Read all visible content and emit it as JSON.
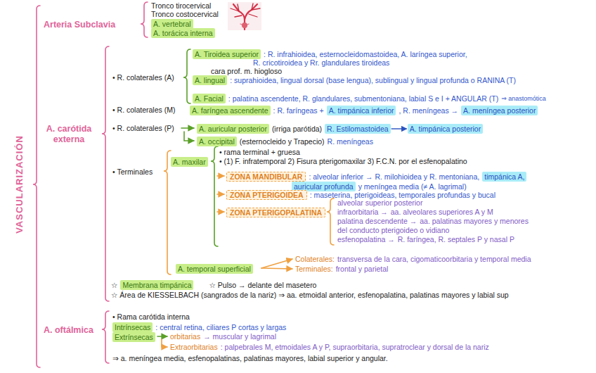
{
  "diagram": {
    "title": "VASCULARIZACIÓN",
    "nodes": [
      {
        "text": [
          "A. vertebral"
        ]
      },
      {
        "text": [
          "A. torácica interna"
        ]
      },
      {
        "text": [
          "A. Tiroidea superior"
        ]
      },
      {
        "text": [
          "A. lingual"
        ]
      },
      {
        "text": [
          "A. Facial"
        ]
      },
      {
        "text": [
          "A. faríngea ascendente"
        ]
      },
      {
        "text": [
          "A. timpánica inferior"
        ]
      },
      {
        "text": [
          "A. meníngea posterior"
        ]
      },
      {
        "text": [
          "A. auricular posterior"
        ]
      },
      {
        "text": [
          "R. Estilomastoidea"
        ]
      },
      {
        "text": [
          "A. timpánica posterior"
        ]
      },
      {
        "text": [
          "A. occipital"
        ]
      },
      {
        "text": [
          "A. maxilar"
        ]
      },
      {
        "text": [
          "ZONA MANDIBULAR"
        ]
      },
      {
        "text": [
          "timpánica A,"
        ]
      },
      {
        "text": [
          "auricular profunda"
        ]
      },
      {
        "text": [
          "ZONA PTERIGOIDEA"
        ]
      },
      {
        "text": [
          "ZONA PTERIGOPALATINA"
        ]
      },
      {
        "text": [
          "A. temporal superficial"
        ]
      },
      {
        "text": [
          "Membrana timpánica"
        ]
      },
      {
        "text": [
          "Intrínsecas"
        ]
      },
      {
        "text": [
          "Extrínsecas"
        ]
      }
    ],
    "edges": [
      {
        "from": 9,
        "to": 10,
        "arrow": "to"
      }
    ],
    "labels": [
      "Arteria Subclavia",
      "Tronco tirocervical",
      "Tronco costocervical",
      "A. carótida externa",
      "• R. colaterales (A)",
      ": R. infrahioidea, esternocleidomastoidea, A. laríngea superior,",
      "R. cricotiroidea y Rr. glandulares tiroideas",
      "cara prof. m. hiogloso",
      ": suprahioidea, lingual dorsal (base lengua), sublingual y lingual profunda o RANINA (T)",
      ": palatina ascendente, R. glandulares, submentoniana, labial S e I + ANGULAR (T)",
      "⇒ anastomótica",
      "• R. colaterales (M)",
      ": R. faríngeas +",
      ", R. meníngeas →",
      "• R. colaterales (P)",
      "(irriga parótida)",
      "(esternocleido y Trapecio)",
      "R. meníngeas",
      "• Terminales",
      "• rama terminal + gruesa",
      "• (1) F. infratemporal 2) Fisura pterigomaxilar 3) F.C.N. por el esfenopalatino",
      ": alveolar inferior → R. milohioidea y R. mentoniana,",
      "y meníngea media (≠ A. lagrimal)",
      ": maseterina, pterigoideas, temporales profundas y bucal",
      "alveolar superior posterior",
      "infraorbitaria →",
      "aa. alveolares superiores A y M",
      "palatina descendente →",
      "aa. palatinas mayores y menores",
      "del conducto pterigoideo o vidiano",
      "esfenopalatina →",
      "R. faríngea, R. septales P y nasal P",
      "Colaterales:",
      "transversa de la cara, cigomaticoorbitaria y temporal media",
      "Terminales:",
      "frontal y parietal",
      "☆",
      "☆ Pulso → delante del masetero",
      "☆ Área de KIESSELBACH (sangrados de la nariz) ⇒ aa. etmoidal anterior, esfenopalatina, palatinas mayores y labial sup",
      "A. oftálmica",
      "• Rama carótida interna",
      ": central retina, ciliares P cortas y largas",
      "orbitarias",
      "→ muscular y lagrimal",
      "Extraorbitarias",
      ": palpebrales M, etmoidales A y P, supraorbitaria, supratroclear y dorsal de la nariz",
      "⇒ a. meníngea media, esfenopalatinas, palatinas mayores, labial superior y angular."
    ]
  }
}
